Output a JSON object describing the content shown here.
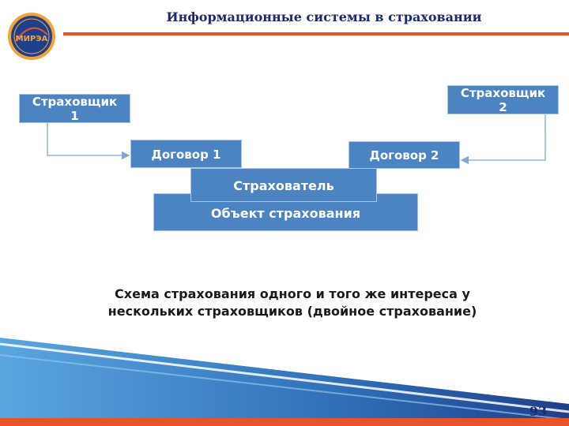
{
  "header": {
    "title": "Информационные системы в страховании",
    "logo_text": "МИРЭА",
    "accent_color": "#e8542a",
    "title_color": "#1f2a6b"
  },
  "diagram": {
    "insurer_1": [
      "Страховщик",
      "1"
    ],
    "insurer_2": [
      "Страховщик",
      "2"
    ],
    "contract_1": "Договор 1",
    "contract_2": "Договор 2",
    "policyholder": "Страхователь",
    "object": "Объект страхования",
    "box_color": "#4b84c0"
  },
  "caption": {
    "line1": "Схема страхования одного и того же интереса у",
    "line2": "нескольких страховщиков (двойное страхование)"
  },
  "footer": {
    "page_number": "93"
  }
}
